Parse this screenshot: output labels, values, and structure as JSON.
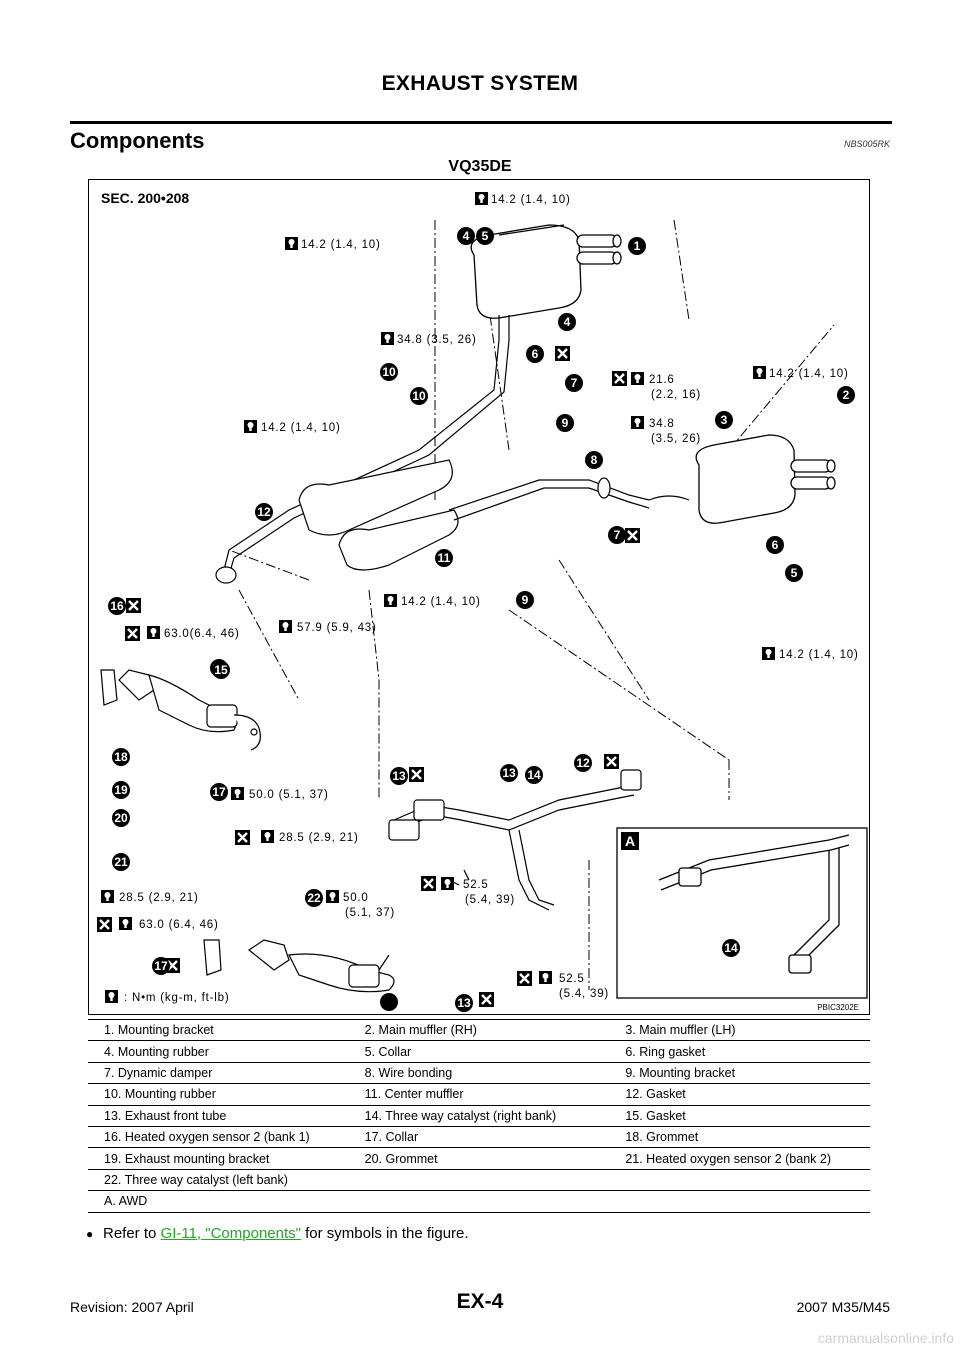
{
  "header": {
    "title": "EXHAUST SYSTEM"
  },
  "section": {
    "title": "Components",
    "code": "NBS005RK"
  },
  "figure": {
    "title": "VQ35DE",
    "sec": "SEC. 200•208",
    "id": "PBIC3202E",
    "legend": ": N•m (kg-m, ft-lb)",
    "awd_marker": "A",
    "torques": {
      "t1": "14.2 (1.4, 10)",
      "t2": "14.2 (1.4, 10)",
      "t3": "34.8 (3.5, 26)",
      "t4a": "21.6",
      "t4b": "(2.2, 16)",
      "t5": "14.2 (1.4, 10)",
      "t6": "14.2 (1.4, 10)",
      "t7a": "34.8",
      "t7b": "(3.5, 26)",
      "t8": "14.2 (1.4, 10)",
      "t9": "63.0(6.4, 46)",
      "t10": "57.9 (5.9, 43)",
      "t11": "14.2 (1.4, 10)",
      "t12": "50.0 (5.1, 37)",
      "t13": "28.5 (2.9, 21)",
      "t14": "28.5 (2.9, 21)",
      "t15a": "50.0",
      "t15b": "(5.1, 37)",
      "t16a": "52.5",
      "t16b": "(5.4, 39)",
      "t17": "63.0 (6.4, 46)",
      "t18a": "52.5",
      "t18b": "(5.4, 39)"
    },
    "callouts": [
      "1",
      "2",
      "3",
      "4",
      "5",
      "6",
      "7",
      "8",
      "9",
      "10",
      "11",
      "12",
      "13",
      "14",
      "15",
      "16",
      "17",
      "18",
      "19",
      "20",
      "21",
      "22"
    ]
  },
  "parts": [
    [
      "1.  Mounting bracket",
      "2.  Main muffler (RH)",
      "3.  Main muffler (LH)"
    ],
    [
      "4.  Mounting rubber",
      "5.  Collar",
      "6.  Ring gasket"
    ],
    [
      "7.  Dynamic damper",
      "8.  Wire bonding",
      "9.  Mounting bracket"
    ],
    [
      "10.  Mounting rubber",
      "11.  Center muffler",
      "12.  Gasket"
    ],
    [
      "13.  Exhaust front tube",
      "14.  Three way catalyst (right bank)",
      "15.  Gasket"
    ],
    [
      "16.  Heated oxygen sensor 2 (bank 1)",
      "17.  Collar",
      "18.  Grommet"
    ],
    [
      "19.  Exhaust mounting bracket",
      "20.  Grommet",
      "21.  Heated oxygen sensor 2 (bank 2)"
    ],
    [
      "22.  Three way catalyst (left bank)",
      "",
      ""
    ],
    [
      "A.  AWD",
      "",
      ""
    ]
  ],
  "note": {
    "prefix": "Refer to ",
    "link": "GI-11, \"Components\"",
    "suffix": " for symbols in the figure."
  },
  "footer": {
    "left": "Revision: 2007 April",
    "center": "EX-4",
    "right": "2007 M35/M45"
  },
  "watermark": "carmanualsonline.info"
}
